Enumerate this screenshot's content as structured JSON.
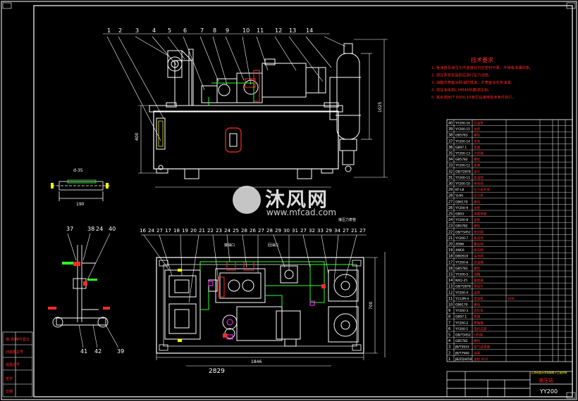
{
  "watermark": {
    "brand": "沐风网",
    "url": "www.mfcad.com"
  },
  "title_block": {
    "drawing_no": "YY200",
    "part_name": "液压站",
    "company": "山东科技大学机械电子工程学院"
  },
  "notes": {
    "heading": "技术要求",
    "lines": [
      "1. 各油管及液压元件连接处均应密封可靠，不得有渗漏现象。",
      "2. 液压系统安装后应进行压力试验。",
      "3. 油箱内表面涂耐油防锈漆，外表面涂灰色油漆。",
      "4. 液压油采用L-HM46抗磨液压油。",
      "5. 其余按JB/T 5000.10液压站通用技术条件执行。"
    ]
  },
  "balloons_top": [
    "1",
    "2",
    "3",
    "4",
    "5",
    "6",
    "7",
    "8",
    "9",
    "10",
    "11",
    "12",
    "13",
    "14"
  ],
  "balloons_plan": [
    "16",
    "24",
    "27",
    "17",
    "18",
    "19",
    "20",
    "21",
    "22",
    "23",
    "24",
    "25",
    "28",
    "26",
    "27",
    "28",
    "29",
    "30",
    "31",
    "27",
    "32",
    "33",
    "29",
    "34",
    "27",
    "21",
    "27"
  ],
  "balloons_side": [
    "37",
    "38",
    "24",
    "40",
    "41",
    "42",
    "39"
  ],
  "dimensions": {
    "overall_len": "2829",
    "plan_len": "1846",
    "plan_w": "700",
    "tank_h": "400",
    "total_h": "1025",
    "side_w": "190",
    "small_d": "d-35"
  },
  "labels": {
    "oil_in": "接油口",
    "oil_out": "回油口",
    "pressure_port": "接压力表管"
  },
  "bom_rows": [
    [
      "1",
      "JB/ZQ4450",
      "油标 M20",
      ""
    ],
    [
      "2",
      "JB/T7940",
      "油塞",
      ""
    ],
    [
      "3",
      "JB/T5933",
      "空气滤清器",
      ""
    ],
    [
      "4",
      "GB5782",
      "螺栓",
      ""
    ],
    [
      "5",
      "GB/T3452",
      "O形圈",
      ""
    ],
    [
      "6",
      "YY200-1",
      "电机支座",
      ""
    ],
    [
      "7",
      "YY200-2",
      "联轴器",
      ""
    ],
    [
      "8",
      "GB97.1",
      "垫圈",
      ""
    ],
    [
      "9",
      "YY200-3",
      "齿轮泵",
      ""
    ],
    [
      "10",
      "GB6170",
      "螺母",
      ""
    ],
    [
      "11",
      "Y112M-4",
      "电动机",
      "4kW"
    ],
    [
      "12",
      "YY200-4",
      "油管",
      ""
    ],
    [
      "13",
      "GB/T2878",
      "管接头",
      ""
    ],
    [
      "14",
      "NXQ-25",
      "蓄能器",
      ""
    ],
    [
      "15",
      "YY200-5",
      "油箱",
      ""
    ],
    [
      "16",
      "GB5783",
      "螺栓",
      ""
    ],
    [
      "17",
      "YY200-6",
      "滤油器",
      ""
    ],
    [
      "18",
      "DBDS10",
      "溢流阀",
      ""
    ],
    [
      "19",
      "4WE6",
      "换向阀",
      ""
    ],
    [
      "20",
      "ZDB6",
      "叠加阀",
      ""
    ],
    [
      "21",
      "YY200-7",
      "集成块",
      ""
    ],
    [
      "22",
      "GB/T3452",
      "密封圈",
      ""
    ],
    [
      "23",
      "GB5782",
      "螺栓",
      ""
    ],
    [
      "24",
      "YY200-8",
      "盖板",
      ""
    ],
    [
      "25",
      "GB93",
      "弹簧垫圈",
      ""
    ],
    [
      "26",
      "YY200-9",
      "油管",
      ""
    ],
    [
      "27",
      "GB6170",
      "螺母",
      ""
    ],
    [
      "28",
      "YJ-60",
      "压力表",
      ""
    ],
    [
      "29",
      "KF-L8",
      "压力表开关",
      ""
    ],
    [
      "30",
      "YY200-10",
      "单向阀",
      ""
    ],
    [
      "31",
      "YY200-11",
      "吸油管",
      ""
    ],
    [
      "32",
      "GB/T2878",
      "接头",
      ""
    ],
    [
      "33",
      "YY200-12",
      "底座",
      ""
    ],
    [
      "34",
      "GB5782",
      "螺栓",
      ""
    ],
    [
      "35",
      "YY200-13",
      "冷却器",
      ""
    ],
    [
      "36",
      "GB97.1",
      "垫圈",
      ""
    ],
    [
      "37",
      "YY200-14",
      "支架",
      ""
    ],
    [
      "38",
      "GB5783",
      "螺栓",
      ""
    ],
    [
      "39",
      "YY200-15",
      "油管",
      ""
    ],
    [
      "40",
      "YY200-16",
      "回油管",
      ""
    ]
  ],
  "colors": {
    "line": "#ffffff",
    "red": "#ff2a2a",
    "green": "#2aff2a",
    "yellow": "#ffff00",
    "magenta": "#ff33ff",
    "cyan": "#33ffff"
  }
}
